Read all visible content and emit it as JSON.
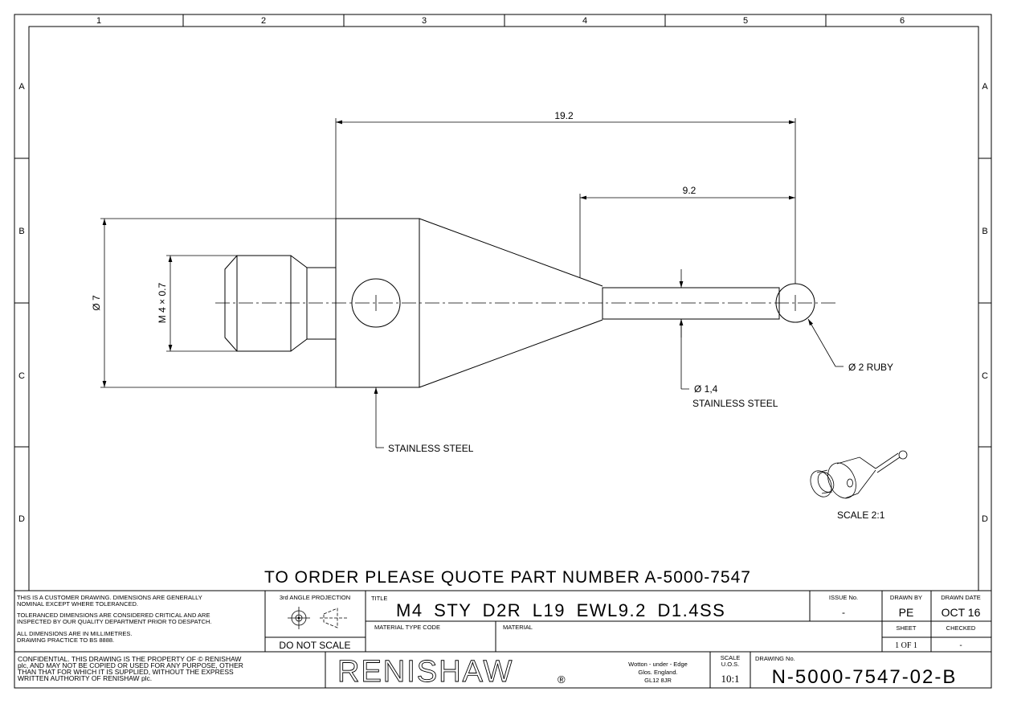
{
  "zones": {
    "columns": [
      "1",
      "2",
      "3",
      "4",
      "5",
      "6"
    ],
    "rows": [
      "A",
      "B",
      "C",
      "D"
    ]
  },
  "dimensions": {
    "overall_length": "19.2",
    "effective_working_length": "9.2",
    "body_diameter": "Ø 7",
    "thread": "M 4 × 0.7",
    "stem_diameter": "Ø 1,4",
    "stem_material": "STAINLESS STEEL",
    "ball": "Ø 2 RUBY",
    "body_material": "STAINLESS STEEL"
  },
  "iso_view": {
    "scale_label": "SCALE 2:1"
  },
  "order_note": "TO ORDER PLEASE QUOTE PART NUMBER A-5000-7547",
  "title_block": {
    "notes": [
      "THIS IS A CUSTOMER DRAWING. DIMENSIONS ARE GENERALLY",
      "NOMINAL EXCEPT WHERE TOLERANCED.",
      "TOLERANCED DIMENSIONS ARE CONSIDERED CRITICAL AND ARE",
      "INSPECTED BY OUR QUALITY DEPARTMENT PRIOR TO DESPATCH.",
      "ALL DIMENSIONS ARE IN MILLIMETRES.",
      "DRAWING PRACTICE TO BS 8888."
    ],
    "projection_label": "3rd ANGLE PROJECTION",
    "do_not_scale": "DO NOT SCALE",
    "title_label": "TITLE",
    "title": "M4 STY D2R L19 EWL9.2  D1.4SS",
    "material_type_code_label": "MATERIAL TYPE CODE",
    "material_label": "MATERIAL",
    "issue_label": "ISSUE No.",
    "issue_value": "-",
    "drawn_by_label": "DRAWN BY",
    "drawn_by_value": "PE",
    "drawn_date_label": "DRAWN DATE",
    "drawn_date_value": "OCT 16",
    "sheet_label": "SHEET",
    "sheet_value": "1 OF 1",
    "checked_label": "CHECKED",
    "checked_value": "-",
    "confidential": [
      "CONFIDENTIAL. THIS DRAWING IS THE PROPERTY OF © RENISHAW",
      "plc, AND MAY NOT BE COPIED OR USED FOR ANY PURPOSE, OTHER",
      "THAN THAT FOR WHICH IT IS SUPPLIED, WITHOUT THE EXPRESS",
      "WRITTEN AUTHORITY OF RENISHAW plc."
    ],
    "logo": "RENISHAW",
    "registered": "®",
    "address": [
      "Wotton - under - Edge",
      "Glos. England.",
      "GL12 8JR"
    ],
    "scale_label": [
      "SCALE",
      "U.O.S."
    ],
    "scale_value": "10:1",
    "drawing_no_label": "DRAWING No.",
    "drawing_no": "N-5000-7547-02-B"
  }
}
